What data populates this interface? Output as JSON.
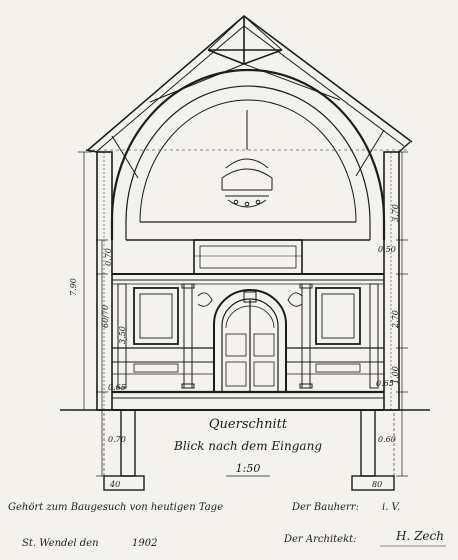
{
  "drawing": {
    "title": "Querschnitt",
    "subtitle": "Blick nach dem Eingang",
    "scale": "1:50"
  },
  "dimensions": {
    "left": [
      "7.90",
      "0.70",
      "60/70",
      "3.50",
      "0.65",
      "0.70"
    ],
    "right": [
      "3.70",
      "0.50",
      "2.70",
      "1.00",
      "0.65",
      "0.60"
    ],
    "footing_left": "40",
    "footing_right": "80"
  },
  "footer": {
    "left_line_1": "Gehört zum Baugesuch von heutigen Tage",
    "left_line_2_place": "St. Wendel den",
    "left_line_2_year": "1902",
    "right_line_1": "Der Bauherr:",
    "right_line_1_value": "i. V.",
    "right_line_2": "Der Architekt:",
    "right_line_2_value": "H. Zech"
  }
}
